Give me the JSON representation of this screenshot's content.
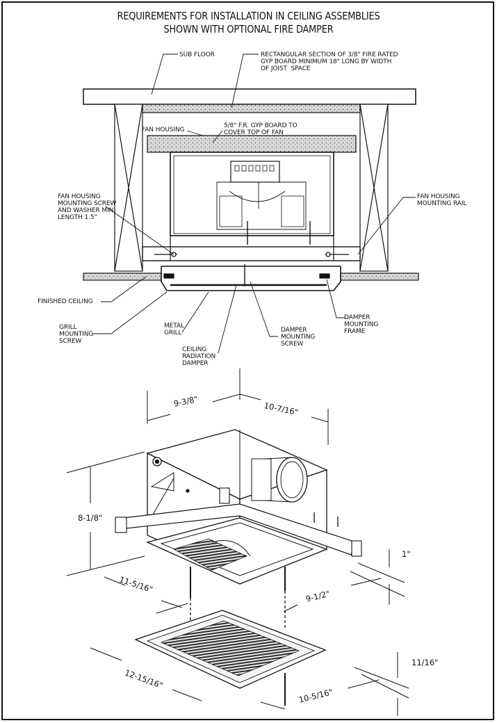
{
  "title": {
    "line1": "REQUIREMENTS FOR INSTALLATION IN CEILING ASSEMBLIES",
    "line2": "SHOWN WITH OPTIONAL FIRE DAMPER"
  },
  "section_labels": {
    "sub_floor": "SUB FLOOR",
    "gyp_section": "RECTANGULAR SECTION OF 3/8\" FIRE RATED\nGYP BOARD MINIMUM 18\" LONG BY WIDTH\nOF JOIST  SPACE",
    "fan_housing": "FAN HOUSING",
    "gyp_cover": "5/8\" F.R. GYP BOARD TO\nCOVER TOP OF FAN",
    "mounting_screw": "FAN HOUSING\nMOUNTING SCREW\nAND WASHER MIN.\nLENGTH 1.5\"",
    "mounting_rail": "FAN HOUSING\nMOUNTING RAIL",
    "finished_ceiling": "FINISHED CEILING",
    "grill_screw": "GRILL\nMOUNTING\nSCREW",
    "metal_grill": "METAL\nGRILL",
    "radiation_damper": "CEILING\nRADIATION\nDAMPER",
    "damper_screw": "DAMPER\nMOUNTING\nSCREW",
    "damper_frame": "DAMPER\nMOUNTING\nFRAME"
  },
  "dimensions": {
    "width_top": "9-3/8\"",
    "depth_top": "10-7/16\"",
    "height": "8-1/8\"",
    "housing_width": "11-5/16\"",
    "housing_depth": "9-1/2\"",
    "flange": "1\"",
    "grill_width": "12-15/16\"",
    "grill_depth": "10-5/16\"",
    "grill_height": "11/16\""
  },
  "colors": {
    "ink": "#111111",
    "hatch": "#9a9a9a",
    "grill_fill": "#2a2a2a"
  }
}
